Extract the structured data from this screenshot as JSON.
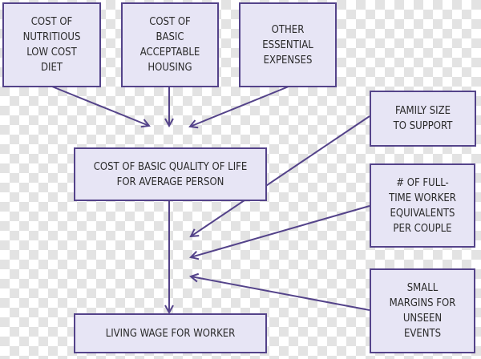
{
  "colors": {
    "box_fill": "#e7e5f5",
    "border": "#54438a",
    "arrow": "#54438a"
  },
  "nodes": {
    "diet": "COST OF\nNUTRITIOUS\nLOW COST\nDIET",
    "housing": "COST OF\nBASIC\nACCEPTABLE\nHOUSING",
    "other": "OTHER\nESSENTIAL\nEXPENSES",
    "family": "FAMILY SIZE\nTO SUPPORT",
    "quality": "COST OF BASIC QUALITY OF LIFE\nFOR AVERAGE PERSON",
    "workers": "# OF FULL-\nTIME WORKER\nEQUIVALENTS\nPER COUPLE",
    "margins": "SMALL\nMARGINS FOR\nUNSEEN\nEVENTS",
    "wage": "LIVING WAGE FOR WORKER"
  }
}
